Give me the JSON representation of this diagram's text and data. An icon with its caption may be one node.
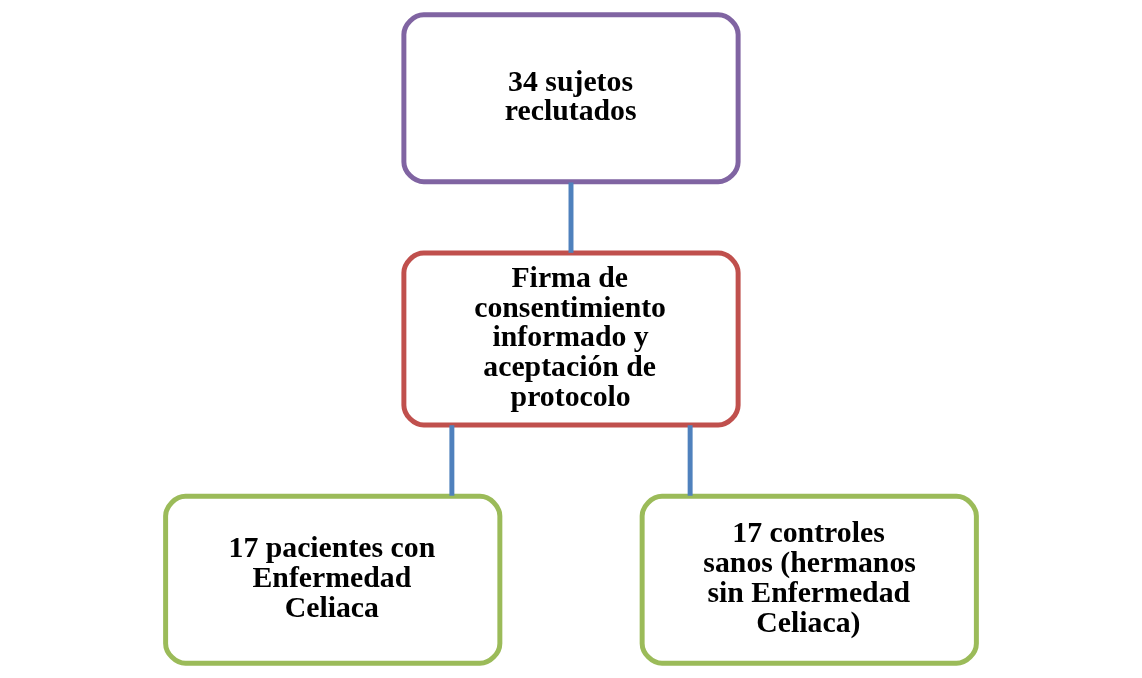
{
  "diagram": {
    "nodes": [
      {
        "text": [
          "34 sujetos reclutados"
        ]
      },
      {
        "text": [
          "Firma de consentimiento informado y aceptación de protocolo"
        ]
      },
      {
        "text": [
          "17 pacientes con Enfermedad Celiaca"
        ]
      },
      {
        "text": [
          "17 controles sanos (hermanos sin Enfermedad Celiaca)"
        ]
      }
    ],
    "edges": [
      {
        "from": 0,
        "to": 1,
        "arrow": "none"
      },
      {
        "from": 1,
        "to": 2,
        "arrow": "none"
      },
      {
        "from": 1,
        "to": 3,
        "arrow": "none"
      }
    ]
  }
}
